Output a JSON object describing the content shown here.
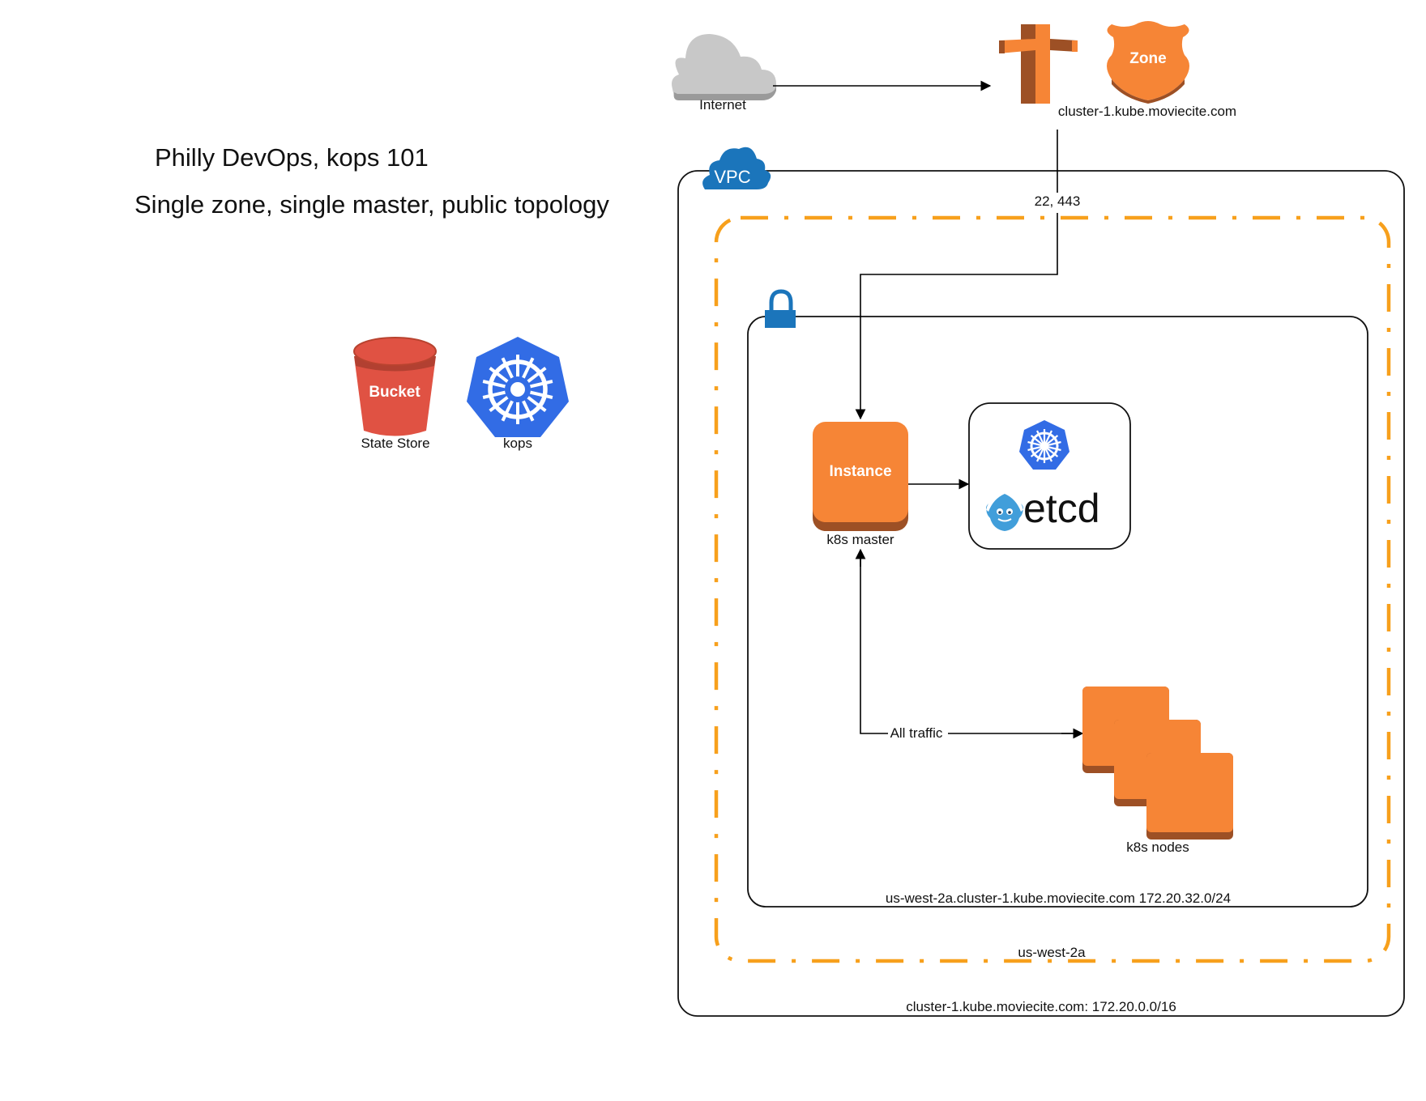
{
  "title": "Philly DevOps, kops 101",
  "subtitle": "Single zone, single master, public topology",
  "state_store": {
    "icon_text": "Bucket",
    "label": "State Store"
  },
  "kops": {
    "label": "kops"
  },
  "internet": {
    "label": "Internet"
  },
  "route53": {
    "zone_text": "Zone",
    "domain": "cluster-1.kube.moviecite.com"
  },
  "ports_label": "22, 443",
  "vpc": {
    "badge": "VPC",
    "label": "cluster-1.kube.moviecite.com: 172.20.0.0/16"
  },
  "availability_zone": {
    "label": "us-west-2a"
  },
  "subnet": {
    "label": "us-west-2a.cluster-1.kube.moviecite.com 172.20.32.0/24"
  },
  "master": {
    "icon_text": "Instance",
    "label": "k8s master"
  },
  "etcd": {
    "label": "etcd"
  },
  "nodes": {
    "label": "k8s nodes"
  },
  "traffic_label": "All traffic",
  "colors": {
    "aws_orange": "#f68536",
    "aws_orange_dark": "#9d5025",
    "zone_border": "#f7a01c",
    "vpc_blue": "#1b75bb",
    "k8s_blue": "#326ce5",
    "bucket_red": "#e05243",
    "cloud_gray": "#c8c8c8",
    "etcd_blue": "#419eda"
  }
}
